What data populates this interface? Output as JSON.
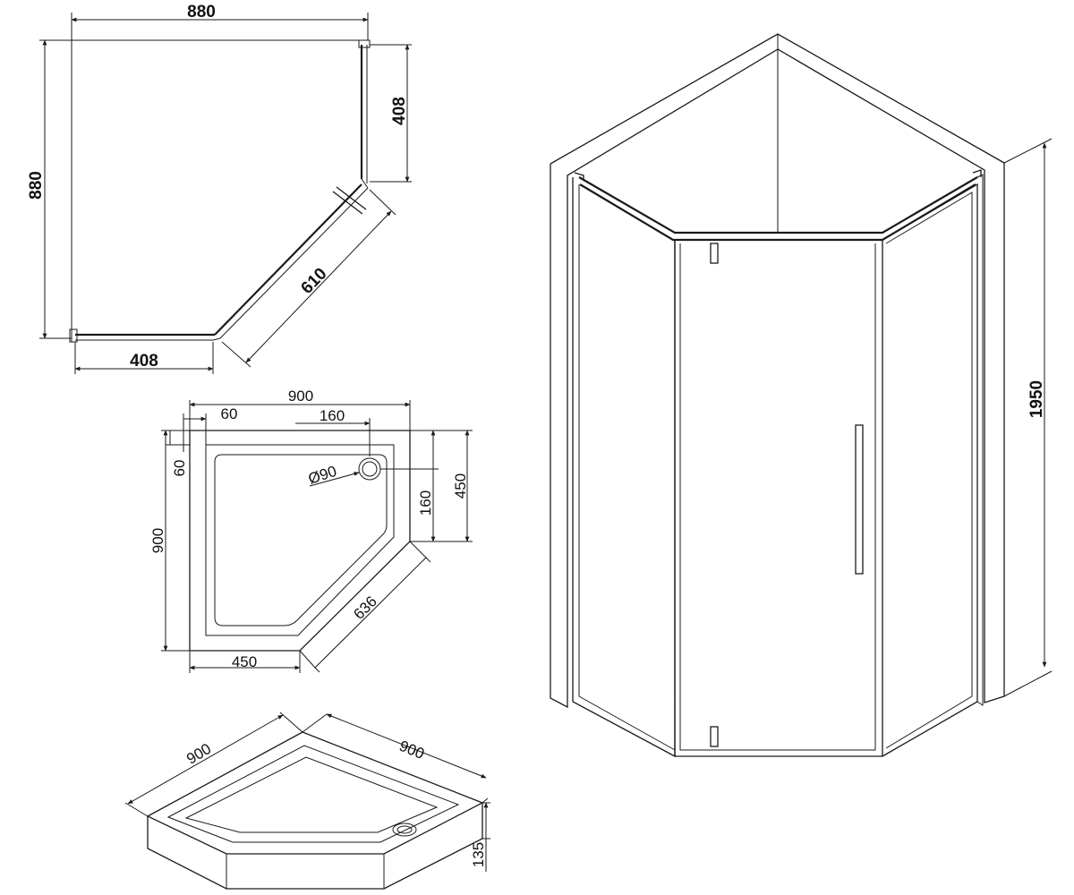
{
  "top_view": {
    "width": "880",
    "depth": "880",
    "side_panel": "408",
    "front_panel": "408",
    "door": "610"
  },
  "tray_plan": {
    "width": "900",
    "depth": "900",
    "rim_x": "60",
    "rim_y": "60",
    "drain_x": "160",
    "drain_y": "160",
    "drain_diameter": "Ø90",
    "side_right": "450",
    "side_bottom": "450",
    "diagonal": "636"
  },
  "tray_iso": {
    "left_edge": "900",
    "right_edge": "900",
    "height": "135"
  },
  "enclosure": {
    "height": "1950"
  }
}
